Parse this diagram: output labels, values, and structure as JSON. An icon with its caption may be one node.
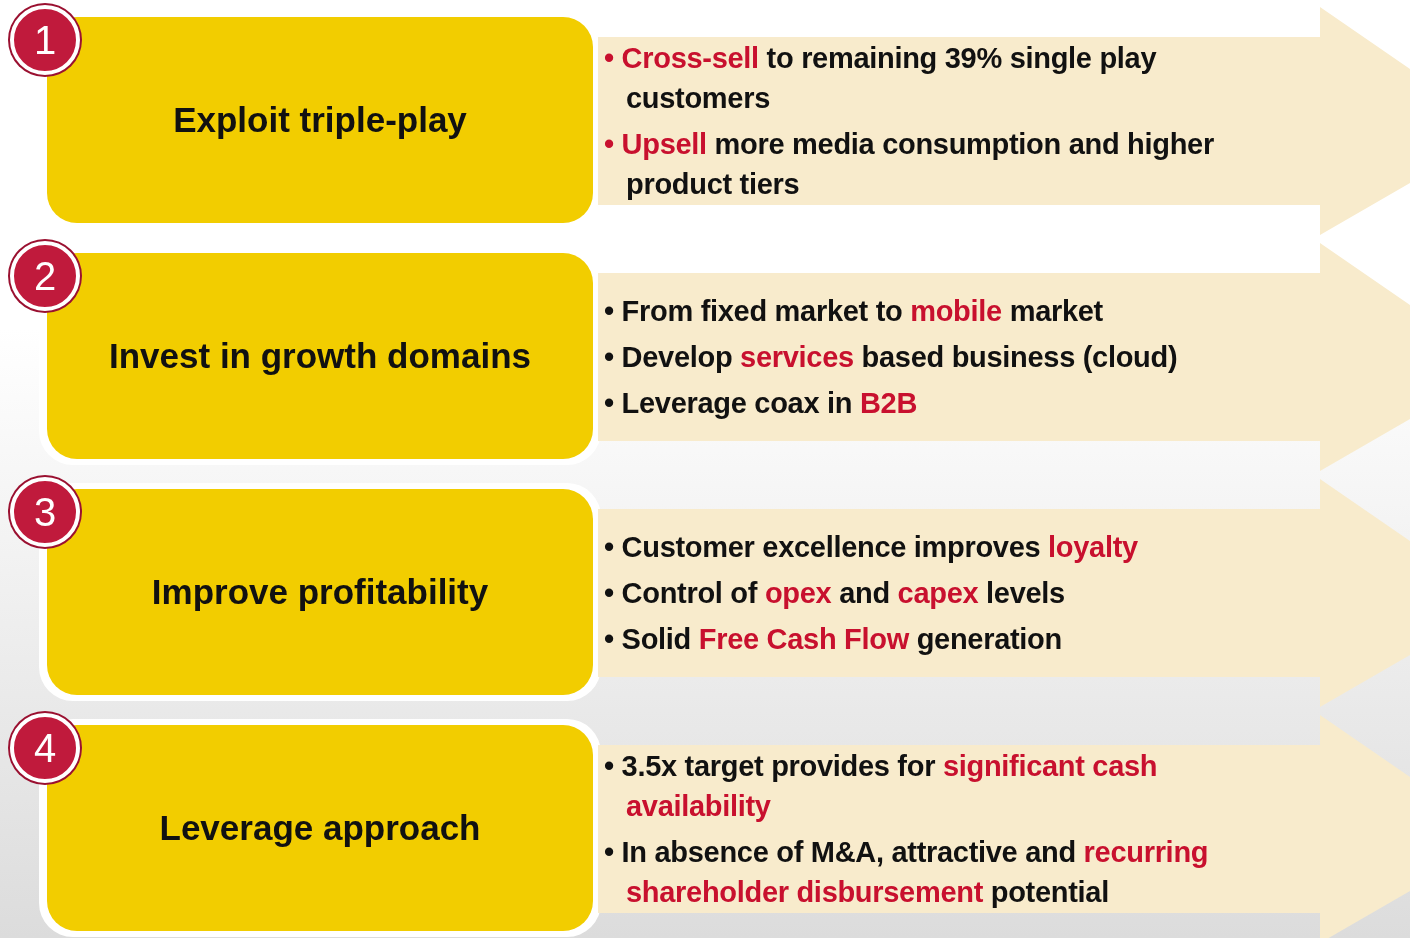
{
  "diagram": {
    "nodes": [
      {
        "text": [
          "1"
        ]
      },
      {
        "text": [
          "Exploit triple-play"
        ]
      },
      {
        "text": [
          "**• Cross-sell** to remaining 39% single play customers",
          "**• Upsell** more media consumption and higher product tiers"
        ]
      },
      {
        "text": [
          "2"
        ]
      },
      {
        "text": [
          "Invest in growth domains"
        ]
      },
      {
        "text": [
          "• From fixed market to **mobile** market",
          "• Develop **services** based business (cloud)",
          "• Leverage coax in **B2B**"
        ]
      },
      {
        "text": [
          "3"
        ]
      },
      {
        "text": [
          "Improve profitability"
        ]
      },
      {
        "text": [
          "• Customer excellence improves **loyalty**",
          "• Control of **opex** and **capex** levels",
          "• Solid **Free Cash Flow** generation"
        ]
      },
      {
        "text": [
          "4"
        ]
      },
      {
        "text": [
          "Leverage approach"
        ]
      },
      {
        "text": [
          "• 3.5x target provides for **significant cash availability**",
          "• In absence of M&A, attractive and **recurring shareholder disbursement** potential"
        ]
      }
    ]
  }
}
